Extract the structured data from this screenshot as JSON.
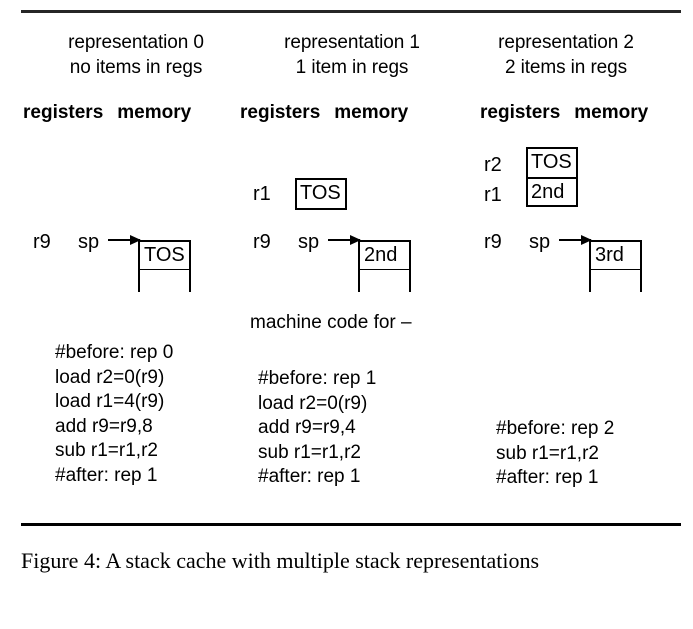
{
  "figure": {
    "rules": {
      "top_label": "top-rule",
      "bottom_label": "bottom-rule"
    },
    "machine_code_for": "machine code for –",
    "caption": "Figure 4: A stack cache with multiple stack representations",
    "columns": [
      {
        "title": "representation 0",
        "subtitle": "no items in regs",
        "registers_header": "registers",
        "memory_header": "memory",
        "register_rows": [],
        "sp_register_label": "r9",
        "sp_label": "sp",
        "memory_cells": [
          "TOS"
        ],
        "code": [
          "#before: rep 0",
          "load r2=0(r9)",
          "load r1=4(r9)",
          "add r9=r9,8",
          "sub r1=r1,r2",
          "#after: rep 1"
        ]
      },
      {
        "title": "representation 1",
        "subtitle": "1 item in regs",
        "registers_header": "registers",
        "memory_header": "memory",
        "register_rows": [
          {
            "name": "r1",
            "value": "TOS"
          }
        ],
        "sp_register_label": "r9",
        "sp_label": "sp",
        "memory_cells": [
          "2nd"
        ],
        "code": [
          "#before: rep 1",
          "load r2=0(r9)",
          "add r9=r9,4",
          "sub r1=r1,r2",
          "#after: rep 1"
        ]
      },
      {
        "title": "representation 2",
        "subtitle": "2 items in regs",
        "registers_header": "registers",
        "memory_header": "memory",
        "register_rows": [
          {
            "name": "r2",
            "value": "TOS"
          },
          {
            "name": "r1",
            "value": "2nd"
          }
        ],
        "sp_register_label": "r9",
        "sp_label": "sp",
        "memory_cells": [
          "3rd"
        ],
        "code": [
          "#before: rep 2",
          "sub r1=r1,r2",
          "#after: rep 1"
        ]
      }
    ],
    "colors": {
      "ink": "#000000",
      "rule": "#262626",
      "background": "#ffffff"
    }
  }
}
